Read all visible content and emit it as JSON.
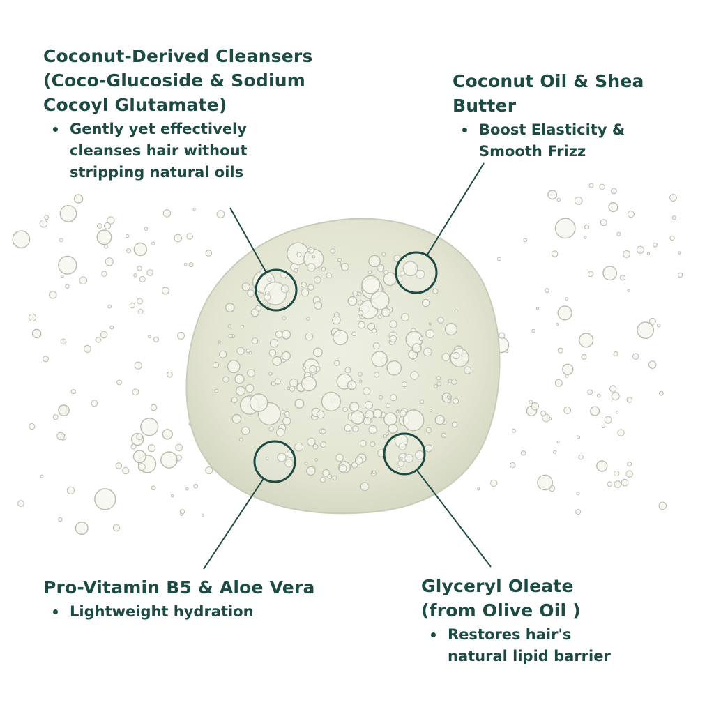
{
  "diagram": {
    "colors": {
      "accent": "#1e4a44",
      "gel": "#e4e6d4",
      "bubble_stroke": "#b8bcae"
    },
    "callouts": [
      {
        "id": "coconut-derived-cleansers",
        "title_lines": [
          "Coconut-Derived Cleansers",
          "(Coco-Glucoside & Sodium",
          "Cocoyl Glutamate)"
        ],
        "bullets": [
          "Gently yet effectively cleanses hair without stripping natural oils"
        ]
      },
      {
        "id": "coconut-oil-shea-butter",
        "title_lines": [
          "Coconut Oil & Shea",
          "Butter"
        ],
        "bullets": [
          "Boost Elasticity & Smooth Frizz"
        ]
      },
      {
        "id": "pro-vitamin-b5-aloe-vera",
        "title_lines": [
          "Pro-Vitamin B5 & Aloe Vera"
        ],
        "bullets": [
          "Lightweight hydration"
        ]
      },
      {
        "id": "glyceryl-oleate",
        "title_lines": [
          "Glyceryl Oleate",
          "(from Olive Oil )"
        ],
        "bullets": [
          "Restores hair's",
          "natural lipid barrier"
        ]
      }
    ]
  }
}
